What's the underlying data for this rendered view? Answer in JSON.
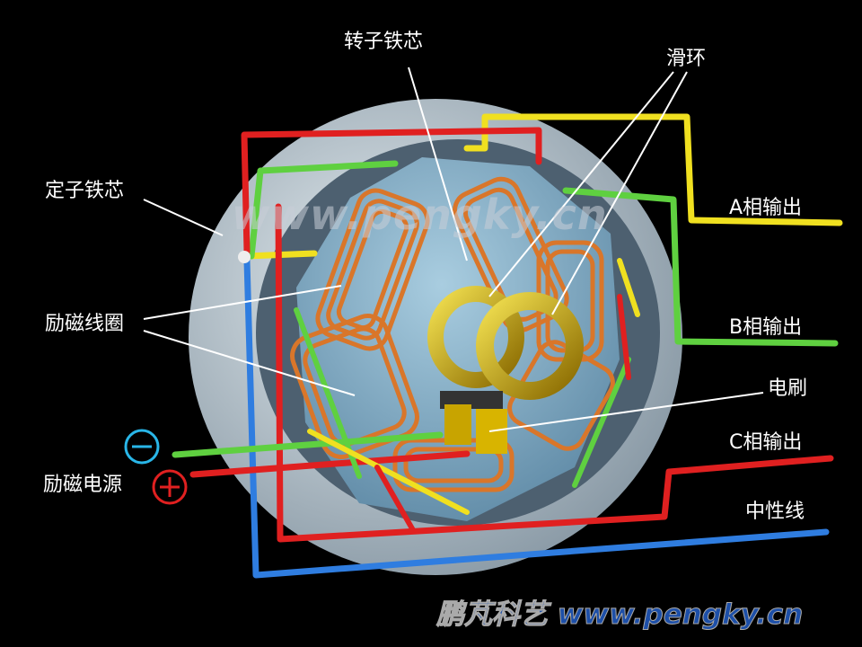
{
  "labels": {
    "rotor_core": "转子铁芯",
    "slip_ring": "滑环",
    "stator_core": "定子铁芯",
    "field_coil": "励磁线圈",
    "field_source": "励磁电源",
    "phase_a": "A相输出",
    "phase_b": "B相输出",
    "brush": "电刷",
    "phase_c": "C相输出",
    "neutral": "中性线"
  },
  "symbols": {
    "negative": "−",
    "positive": "+"
  },
  "watermark": "www.pengky.cn",
  "brand": "鹏芃科艺 www.pengky.cn",
  "colors": {
    "background": "#000000",
    "stator": "#c9d6de",
    "rotor": "#8fb8d0",
    "coil": "#d9762a",
    "slip_ring": "#c9a800",
    "phase_a": "#f0e020",
    "phase_b": "#5fd040",
    "phase_c": "#e02020",
    "neutral": "#2f7de0",
    "negative": "#29b6e8",
    "positive": "#e02020",
    "brand": "#1d4fa8"
  }
}
